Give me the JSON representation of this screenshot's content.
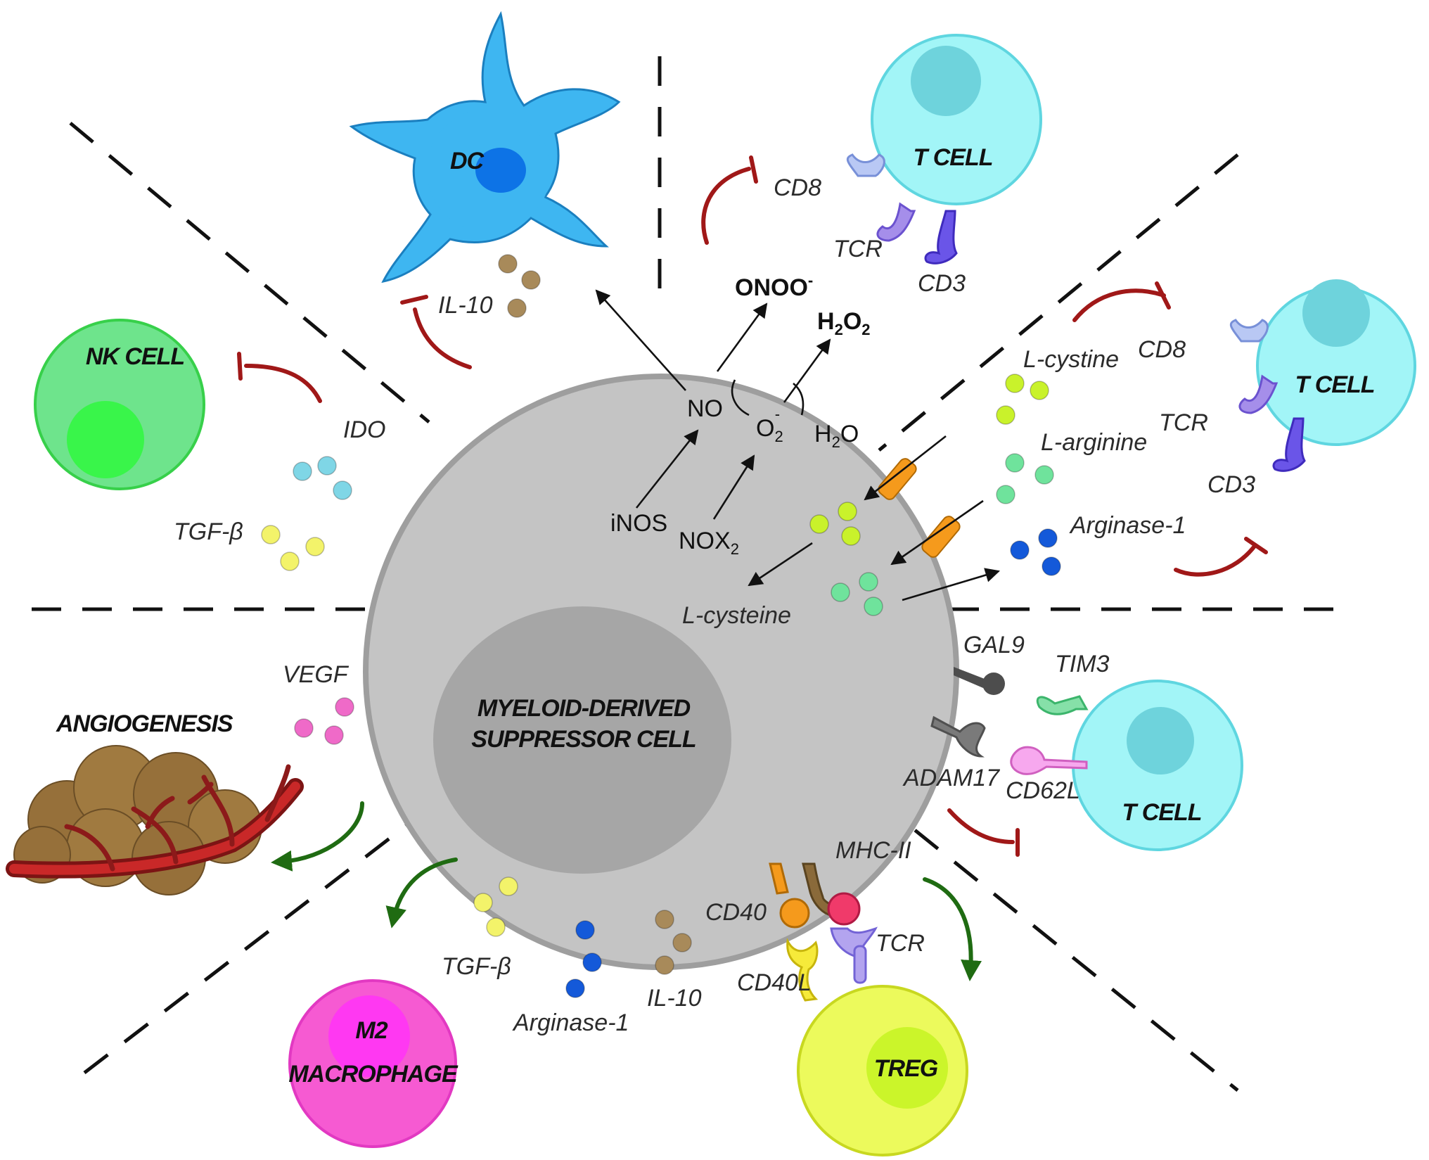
{
  "central_cell": {
    "label_line1": "MYELOID-DERIVED",
    "label_line2": "SUPPRESSOR CELL"
  },
  "cells": {
    "dc": "DC",
    "t_cell_top": "T CELL",
    "t_cell_right": "T CELL",
    "t_cell_lower": "T CELL",
    "nk_cell": "NK CELL",
    "m2_line1": "M2",
    "m2_line2": "MACROPHAGE",
    "treg": "TREG",
    "angiogenesis": "ANGIOGENESIS"
  },
  "receptors": {
    "cd8_top": "CD8",
    "tcr_top": "TCR",
    "cd3_top": "CD3",
    "cd8_right": "CD8",
    "tcr_right": "TCR",
    "cd3_right": "CD3",
    "gal9": "GAL9",
    "tim3": "TIM3",
    "adam17": "ADAM17",
    "cd62l": "CD62L",
    "mhc2": "MHC-II",
    "tcr_treg": "TCR",
    "cd40": "CD40",
    "cd40l": "CD40L"
  },
  "molecules": {
    "il10_top": "IL-10",
    "ido": "IDO",
    "tgfb_left": "TGF-β",
    "vegf": "VEGF",
    "tgfb_bottom": "TGF-β",
    "arginase_bottom": "Arginase-1",
    "il10_bottom": "IL-10",
    "l_cystine": "L-cystine",
    "l_arginine": "L-arginine",
    "arginase_right": "Arginase-1",
    "l_cysteine": "L-cysteine"
  },
  "chemistry": {
    "onoo": "ONOO",
    "onoo_sup": "-",
    "h2o2_h": "H",
    "h2o2_2a": "2",
    "h2o2_o": "O",
    "h2o2_2b": "2",
    "no": "NO",
    "o2": "O",
    "o2_sub": "2",
    "o2_sup": "-",
    "h2o_h": "H",
    "h2o_2": "2",
    "h2o_o": "O",
    "inos": "iNOS",
    "nox": "NOX",
    "nox_sub": "2"
  },
  "colors": {
    "mdsc": "#c4c4c4",
    "mdsc_nucleus": "#a6a6a6",
    "dc": "#3eb6f1",
    "dc_nucleus": "#0d73e6",
    "t_cell": "#a2f5f7",
    "t_cell_nucleus": "#6ed3dc",
    "nk_cell": "#6ee48c",
    "nk_nucleus": "#39f54a",
    "m2": "#f65ad2",
    "m2_nucleus": "#ff38f2",
    "treg": "#ecfa5c",
    "treg_nucleus": "#cbf52a",
    "inhibition": "#a01818",
    "stimulation": "#1f6b12",
    "il10": "#a88a5a",
    "ido": "#7fd6e6",
    "tgfb": "#f3f36a",
    "vegf": "#ef6ac8",
    "arginase": "#1459d9",
    "l_cystine": "#c9f22b",
    "l_arginine": "#6fe39c",
    "transporter": "#f59a1c"
  }
}
